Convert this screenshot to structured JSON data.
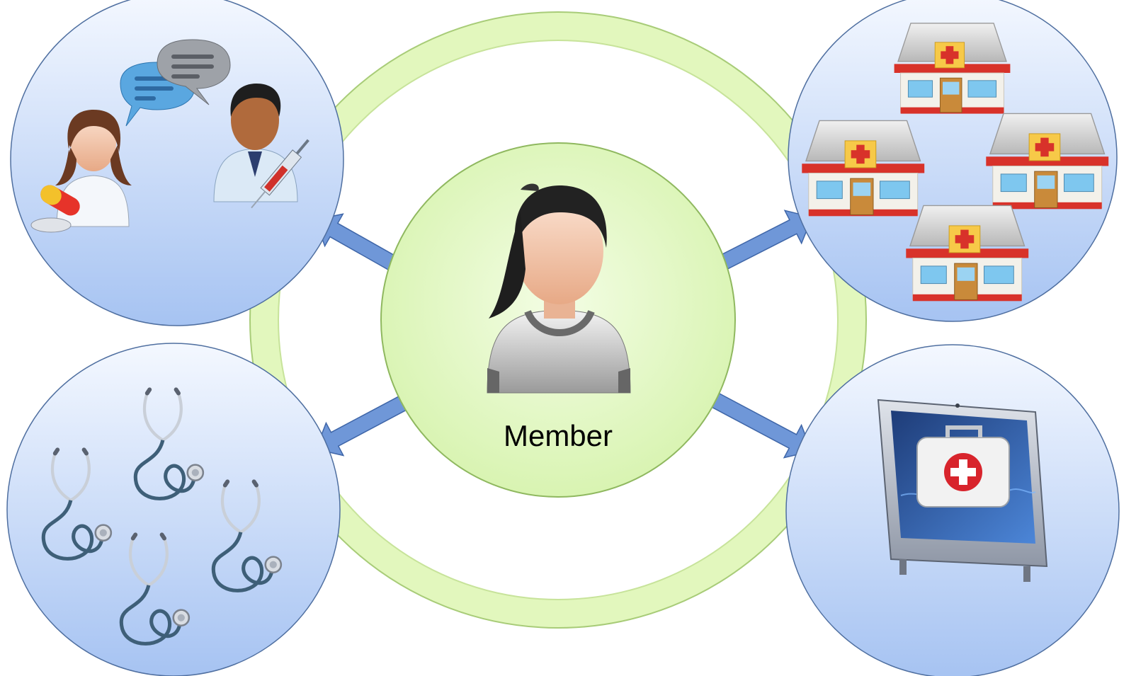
{
  "center": {
    "label": "Member",
    "icon": "female-member-avatar-icon"
  },
  "nodes": [
    {
      "name": "care-team-node",
      "icons": [
        "female-doctor-icon",
        "male-doctor-with-syringe-icon",
        "chat-bubbles-icon",
        "pills-icon"
      ]
    },
    {
      "name": "hospitals-node",
      "icons": [
        "hospital-building-icon",
        "hospital-building-icon",
        "hospital-building-icon",
        "hospital-building-icon"
      ]
    },
    {
      "name": "physicians-node",
      "icons": [
        "stethoscope-icon",
        "stethoscope-icon",
        "stethoscope-icon",
        "stethoscope-icon"
      ]
    },
    {
      "name": "telehealth-node",
      "icons": [
        "monitor-with-first-aid-kit-icon"
      ]
    }
  ],
  "colors": {
    "ring": "#e2f7bd",
    "ring_outline": "#a8cc78",
    "center_fill": "#dff7bf",
    "node_top": "#f2f7ff",
    "node_bottom": "#a9c5f2",
    "node_outline": "#4f6fa0",
    "arrow": "#6f97d8",
    "arrow_outline": "#3f66a8"
  }
}
